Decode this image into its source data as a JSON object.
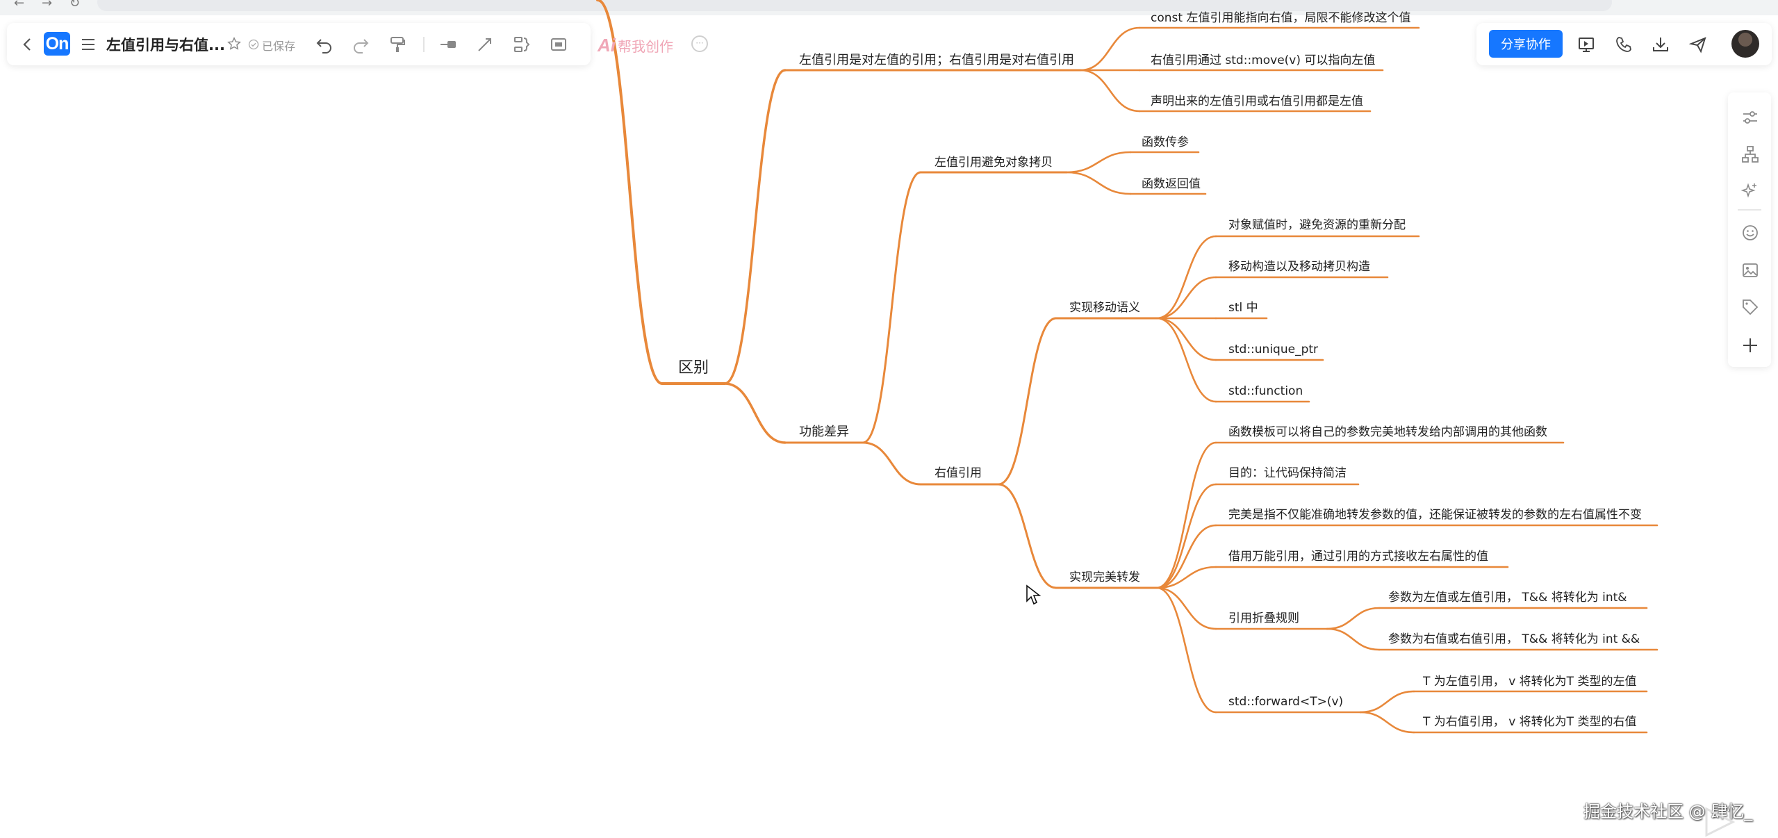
{
  "app": {
    "title": "左值引用与右值...",
    "logo_text": "On",
    "save_status": "已保存",
    "ai_label": "帮我创作",
    "ai_prefix": "Ai"
  },
  "toolbar": {
    "left_icons": [
      "back-icon",
      "menu-icon",
      "star-icon",
      "saved-check-icon",
      "undo-icon",
      "redo-icon",
      "format-painter-icon",
      "insert-topic-icon",
      "connect-line-icon",
      "summary-icon",
      "frame-icon"
    ],
    "right": {
      "share_label": "分享协作",
      "icons": [
        "presentation-icon",
        "phone-icon",
        "download-icon",
        "send-icon"
      ]
    }
  },
  "side_toolbar": {
    "icons": [
      "style-settings-icon",
      "structure-icon",
      "ai-sparkle-icon",
      "emoji-icon",
      "image-icon",
      "tag-icon",
      "add-icon"
    ]
  },
  "mindmap": {
    "accent_color": "#e8883a",
    "nodes": {
      "root": "区别",
      "lref_rref_ref": "左值引用是对左值的引用；右值引用是对右值引用",
      "const_lref": "const 左值引用能指向右值，局限不能修改这个值",
      "rref_move": "右值引用通过 std::move(v) 可以指向左值",
      "declared_lvalue": "声明出来的左值引用或右值引用都是左值",
      "func_diff": "功能差异",
      "lref_avoid_copy": "左值引用避免对象拷贝",
      "func_param": "函数传参",
      "func_return": "函数返回值",
      "rref": "右值引用",
      "move_semantics": "实现移动语义",
      "obj_assign": "对象赋值时，避免资源的重新分配",
      "move_ctor": "移动构造以及移动拷贝构造",
      "stl": "stl 中",
      "unique_ptr": "std::unique_ptr",
      "function": "std::function",
      "perfect_forward": "实现完美转发",
      "pf_template": "函数模板可以将自己的参数完美地转发给内部调用的其他函数",
      "pf_goal": "目的：让代码保持简洁",
      "pf_perfect": "完美是指不仅能准确地转发参数的值，还能保证被转发的参数的左右值属性不变",
      "pf_universal": "借用万能引用，通过引用的方式接收左右属性的值",
      "collapse": "引用折叠规则",
      "collapse_l": "参数为左值或左值引用， T&& 将转化为 int&",
      "collapse_r": "参数为右值或右值引用， T&& 将转化为 int &&",
      "forward": "std::forward<T>(v)",
      "forward_l": "T 为左值引用， v 将转化为T 类型的左值",
      "forward_r": "T 为右值引用， v 将转化为T 类型的右值"
    }
  },
  "watermark": "掘金技术社区 @ 肆忆_"
}
